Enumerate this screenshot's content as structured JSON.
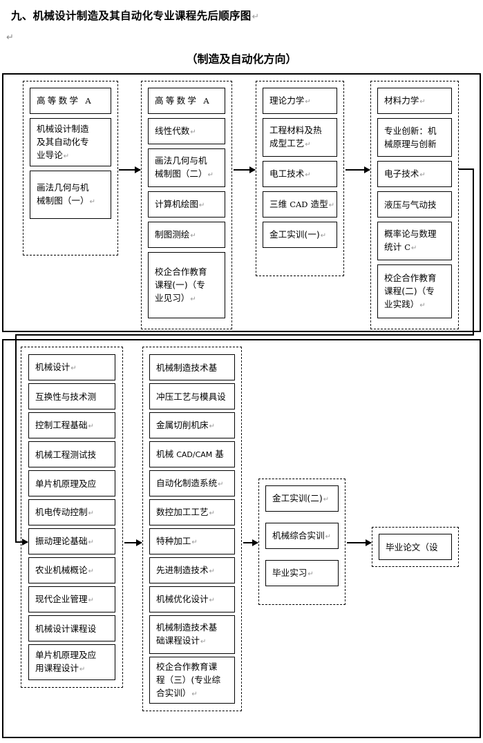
{
  "document": {
    "title": "九、机械设计制造及其自动化专业课程先后顺序图",
    "title_mark": "↵",
    "blank_paragraph_mark": "↵",
    "subtitle": "（制造及自动化方向）"
  },
  "diagram": {
    "type": "flowchart",
    "orientation": "left-to-right, wrapping to a second row",
    "row1": {
      "groups": [
        {
          "name": "semester-1",
          "courses": [
            {
              "lines": [
                "高等数学 A"
              ],
              "spaced": true,
              "mark": ""
            },
            {
              "lines": [
                "机械设计制造",
                "及其自动化专",
                "业导论"
              ],
              "mark": "↵"
            },
            {
              "lines": [
                "画法几何与机",
                "械制图（一）"
              ],
              "mark": "↵"
            }
          ]
        },
        {
          "name": "semester-2",
          "courses": [
            {
              "lines": [
                "高等数学 A"
              ],
              "spaced": true,
              "mark": ""
            },
            {
              "lines": [
                "线性代数"
              ],
              "mark": "↵"
            },
            {
              "lines": [
                "画法几何与机",
                "械制图（二）"
              ],
              "mark": "↵"
            },
            {
              "lines": [
                "计算机绘图"
              ],
              "mark": "↵"
            },
            {
              "lines": [
                "制图测绘"
              ],
              "mark": "↵"
            },
            {
              "lines": [
                "校企合作教育",
                "课程(一)（专",
                "业见习）"
              ],
              "mark": "↵"
            }
          ]
        },
        {
          "name": "semester-3",
          "courses": [
            {
              "lines": [
                "理论力学"
              ],
              "mark": "↵"
            },
            {
              "lines": [
                "工程材料及热",
                "成型工艺"
              ],
              "mark": "↵"
            },
            {
              "lines": [
                "电工技术"
              ],
              "mark": "↵"
            },
            {
              "lines": [
                "三维 CAD 造型"
              ],
              "mark": "↵"
            },
            {
              "lines": [
                "金工实训(一)"
              ],
              "mark": "↵"
            }
          ]
        },
        {
          "name": "semester-4",
          "courses": [
            {
              "lines": [
                "材料力学"
              ],
              "mark": "↵"
            },
            {
              "lines": [
                "专业创新：机",
                "械原理与创新"
              ],
              "mark": ""
            },
            {
              "lines": [
                "电子技术"
              ],
              "mark": "↵"
            },
            {
              "lines": [
                "液压与气动技"
              ],
              "mark": ""
            },
            {
              "lines": [
                "概率论与数理",
                "统计 C"
              ],
              "mark": "↵"
            },
            {
              "lines": [
                "校企合作教育",
                "课程(二)（专",
                "业实践）"
              ],
              "mark": "↵"
            }
          ]
        }
      ]
    },
    "row2": {
      "groups": [
        {
          "name": "semester-5",
          "courses": [
            {
              "lines": [
                "机械设计"
              ],
              "mark": "↵"
            },
            {
              "lines": [
                "互换性与技术测"
              ],
              "mark": ""
            },
            {
              "lines": [
                "控制工程基础"
              ],
              "mark": "↵"
            },
            {
              "lines": [
                "机械工程测试技"
              ],
              "mark": ""
            },
            {
              "lines": [
                "单片机原理及应"
              ],
              "mark": ""
            },
            {
              "lines": [
                "机电传动控制"
              ],
              "mark": "↵"
            },
            {
              "lines": [
                "振动理论基础"
              ],
              "mark": "↵"
            },
            {
              "lines": [
                "农业机械概论"
              ],
              "mark": "↵"
            },
            {
              "lines": [
                "现代企业管理"
              ],
              "mark": "↵"
            },
            {
              "lines": [
                "机械设计课程设"
              ],
              "mark": ""
            },
            {
              "lines": [
                "单片机原理及应",
                "用课程设计"
              ],
              "mark": "↵"
            }
          ]
        },
        {
          "name": "semester-6",
          "courses": [
            {
              "lines": [
                "机械制造技术基"
              ],
              "mark": ""
            },
            {
              "lines": [
                "冲压工艺与模具设"
              ],
              "mark": ""
            },
            {
              "lines": [
                "金属切削机床"
              ],
              "mark": "↵"
            },
            {
              "lines": [
                "机械 CAD/CAM 基"
              ],
              "mark": ""
            },
            {
              "lines": [
                "自动化制造系统"
              ],
              "mark": "↵"
            },
            {
              "lines": [
                "数控加工工艺"
              ],
              "mark": "↵"
            },
            {
              "lines": [
                "特种加工"
              ],
              "mark": "↵"
            },
            {
              "lines": [
                "先进制造技术"
              ],
              "mark": "↵"
            },
            {
              "lines": [
                "机械优化设计"
              ],
              "mark": "↵"
            },
            {
              "lines": [
                "机械制造技术基",
                "础课程设计"
              ],
              "mark": "↵"
            },
            {
              "lines": [
                "校企合作教育课",
                "程（三）(专业综",
                "合实训）"
              ],
              "mark": "↵"
            }
          ]
        },
        {
          "name": "semester-7",
          "courses": [
            {
              "lines": [
                "金工实训(二)"
              ],
              "mark": "↵"
            },
            {
              "lines": [
                "机械综合实训"
              ],
              "mark": "↵"
            },
            {
              "lines": [
                "毕业实习"
              ],
              "mark": "↵"
            }
          ]
        },
        {
          "name": "semester-8",
          "courses": [
            {
              "lines": [
                "毕业论文（设"
              ],
              "mark": ""
            }
          ]
        }
      ]
    }
  }
}
